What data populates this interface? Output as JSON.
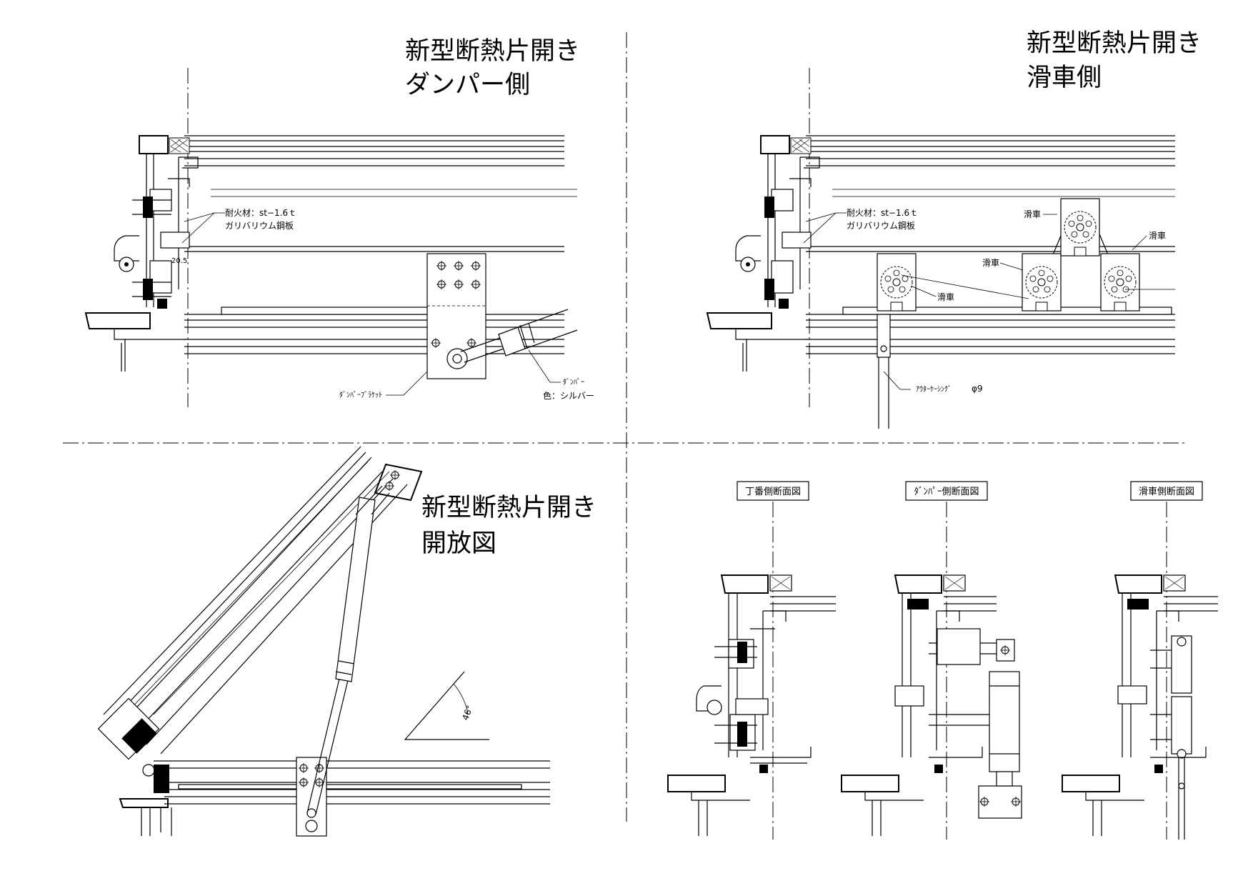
{
  "panels": {
    "damper": {
      "title_line1": "新型断熱片開き",
      "title_line2": "ダンパー側",
      "note_fire_1": "耐火材：st−1.6ｔ",
      "note_fire_2": "ガリバリウム鋼板",
      "note_bracket": "ﾀﾞﾝﾊﾟｰﾌﾞﾗｹｯﾄ",
      "note_damper": "ﾀﾞﾝﾊﾟｰ",
      "note_color": "色：シルバー",
      "dim_20": "20.5"
    },
    "pulley": {
      "title_line1": "新型断熱片開き",
      "title_line2": "滑車側",
      "note_fire_1": "耐火材：st−1.6ｔ",
      "note_fire_2": "ガリバリウム鋼板",
      "pulley_label": "滑車",
      "note_casing": "ｱｳﾀｰｹｰｼﾝｸﾞ",
      "note_dia": "φ9"
    },
    "open": {
      "title_line1": "新型断熱片開き",
      "title_line2": "開放図",
      "angle": "46°"
    },
    "sections": {
      "hinge_label": "丁番側断面図",
      "damper_label": "ﾀﾞﾝﾊﾟｰ側断面図",
      "pulley_label": "滑車側断面図"
    }
  }
}
